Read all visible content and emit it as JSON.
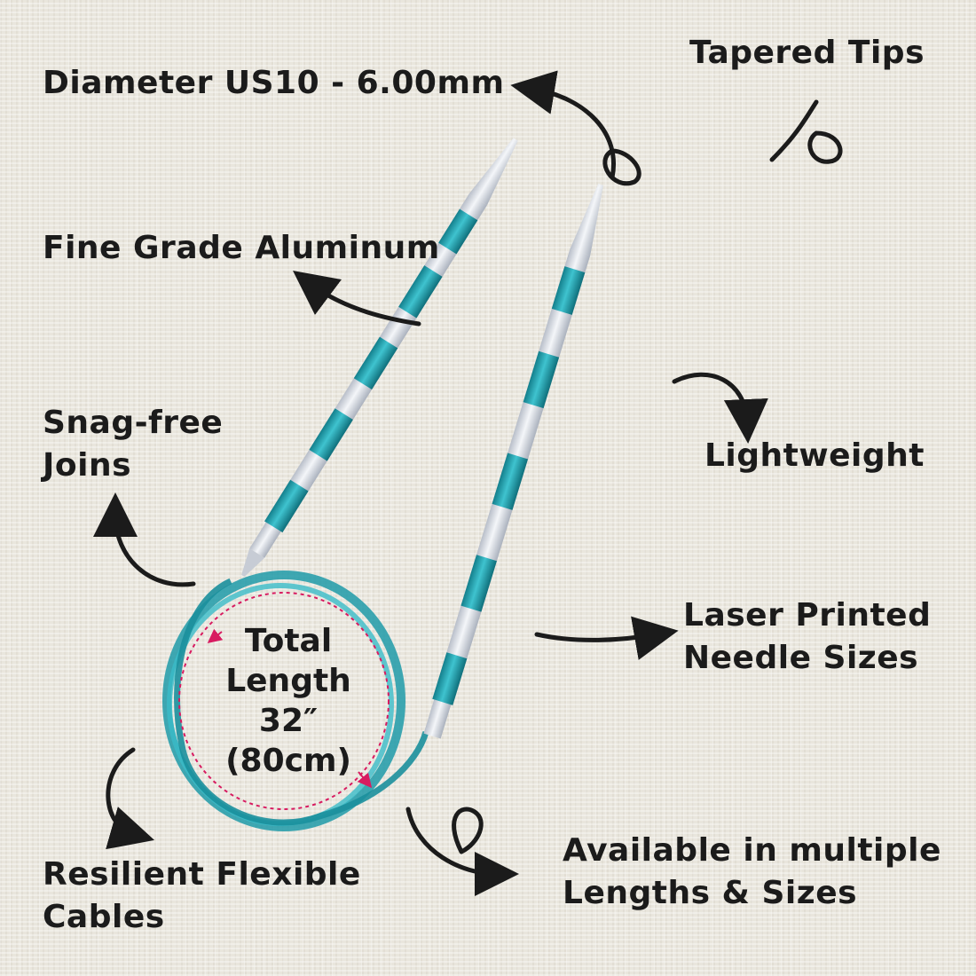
{
  "features": {
    "diameter": "Diameter US10 - 6.00mm",
    "tapered_tips": "Tapered Tips",
    "fine_grade": "Fine Grade Aluminum",
    "snag_free_line1": "Snag-free",
    "snag_free_line2": "Joins",
    "lightweight": "Lightweight",
    "laser_line1": "Laser Printed",
    "laser_line2": "Needle Sizes",
    "available_line1": "Available in multiple",
    "available_line2": "Lengths & Sizes",
    "resilient_line1": "Resilient Flexible",
    "resilient_line2": "Cables"
  },
  "total_length": {
    "line1": "Total",
    "line2": "Length",
    "line3": "32″",
    "line4": "(80cm)"
  },
  "colors": {
    "background": "#e9e6dd",
    "text": "#1b1b1b",
    "needle_teal": "#1fa3b0",
    "needle_silver": "#dfe3ea",
    "cable_teal": "#2bb3c0",
    "dashed_circle": "#d81b60"
  },
  "icons": [
    "curved-arrow-icon",
    "needle-tip-icon"
  ]
}
